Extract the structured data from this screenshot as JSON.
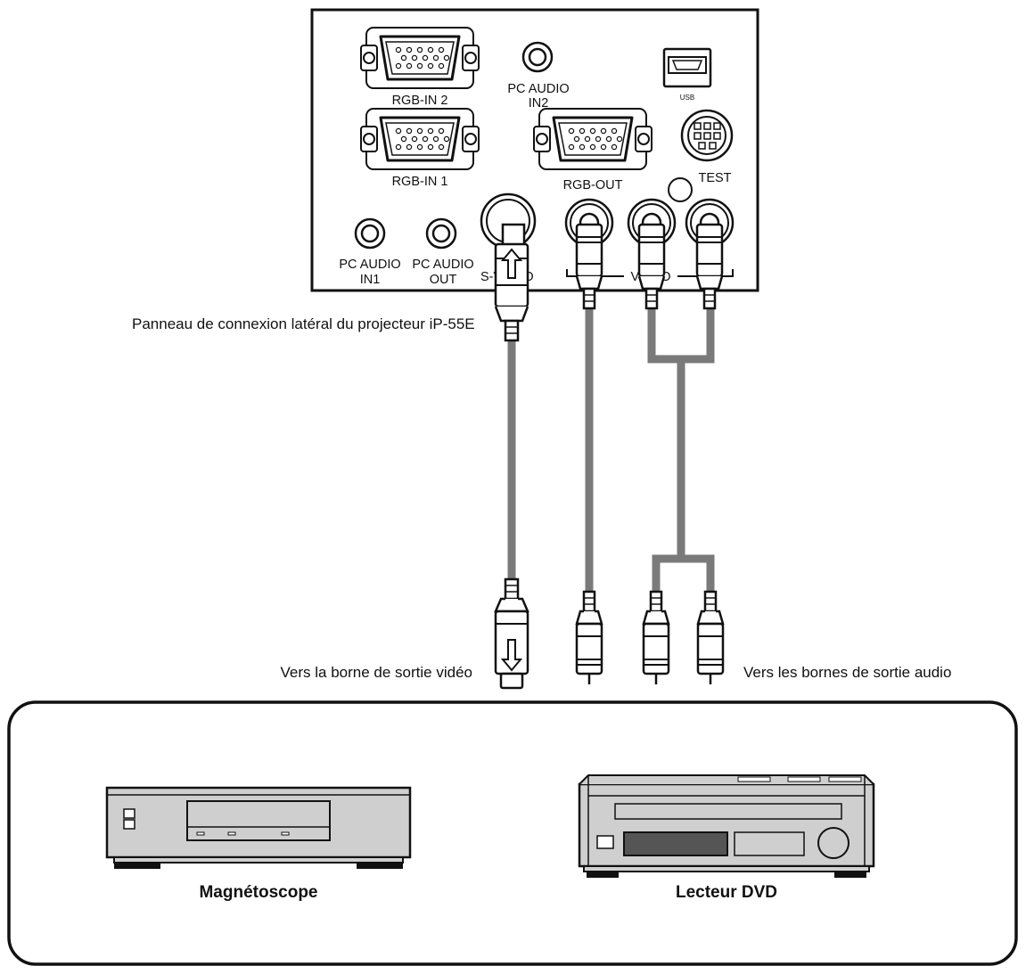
{
  "panel": {
    "caption": "Panneau de connexion latéral du projecteur iP-55E",
    "ports": {
      "rgb_in2": "RGB-IN 2",
      "rgb_in1": "RGB-IN 1",
      "rgb_out": "RGB-OUT",
      "pc_audio_in2_l1": "PC AUDIO",
      "pc_audio_in2_l2": "IN2",
      "usb": "USB",
      "test": "TEST",
      "pc_audio_in1_l1": "PC AUDIO",
      "pc_audio_in1_l2": "IN1",
      "pc_audio_out_l1": "PC AUDIO",
      "pc_audio_out_l2": "OUT",
      "s_video": "S-VIDEO",
      "video": "VIDEO"
    }
  },
  "labels": {
    "video_out": "Vers la borne de sortie vidéo",
    "audio_out": "Vers les bornes de sortie audio"
  },
  "devices": {
    "vcr": "Magnétoscope",
    "dvd": "Lecteur DVD"
  },
  "colors": {
    "line": "#111111",
    "cable": "#7a7a7a",
    "device_fill": "#cfcfcf",
    "panel_fill": "#ffffff"
  }
}
